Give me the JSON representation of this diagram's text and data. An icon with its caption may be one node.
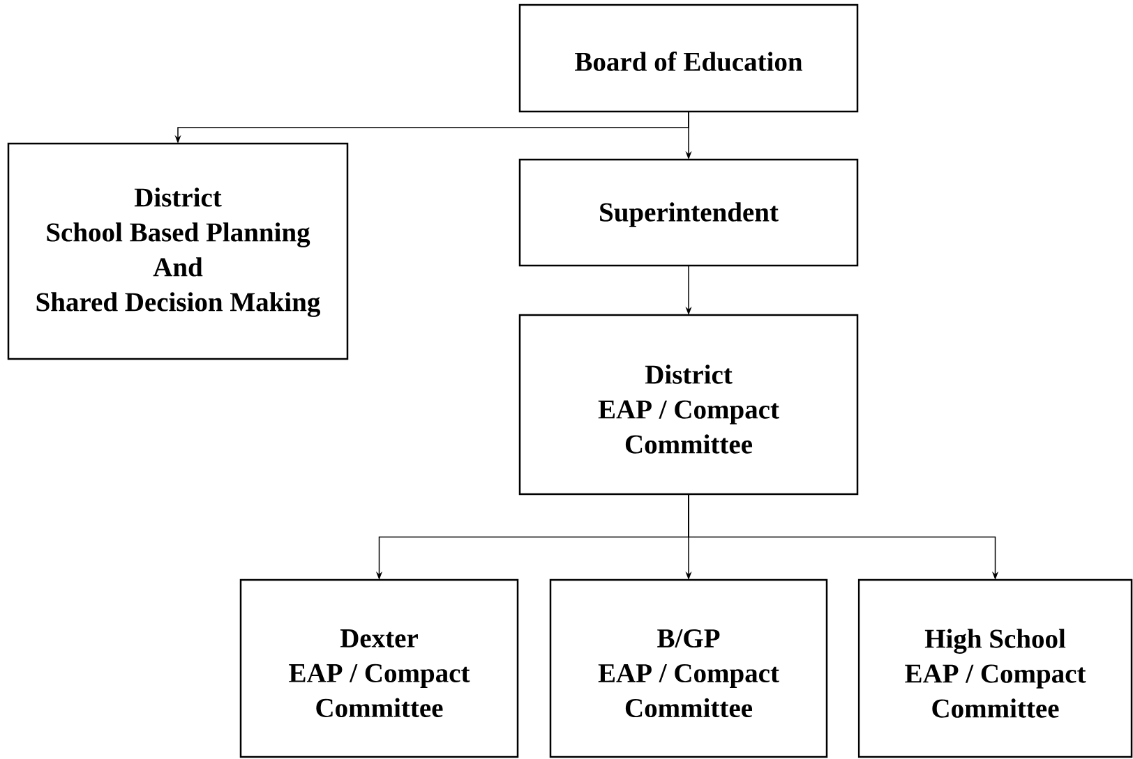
{
  "diagram": {
    "nodes": [
      {
        "text": [
          "Board of  Education"
        ]
      },
      {
        "text": [
          "District",
          "School Based Planning",
          "And",
          "Shared Decision Making"
        ]
      },
      {
        "text": [
          "Superintendent"
        ]
      },
      {
        "text": [
          "District",
          "EAP / Compact",
          "Committee"
        ]
      },
      {
        "text": [
          "Dexter",
          "EAP / Compact",
          "Committee"
        ]
      },
      {
        "text": [
          "B/GP",
          "EAP / Compact",
          "Committee"
        ]
      },
      {
        "text": [
          "High School",
          "EAP / Compact",
          "Committee"
        ]
      }
    ],
    "edges": [
      {
        "from": 0,
        "to": 1,
        "arrow": "to"
      },
      {
        "from": 0,
        "to": 2,
        "arrow": "to"
      },
      {
        "from": 2,
        "to": 3,
        "arrow": "to"
      },
      {
        "from": 3,
        "to": 4,
        "arrow": "to"
      },
      {
        "from": 3,
        "to": 5,
        "arrow": "to"
      },
      {
        "from": 3,
        "to": 6,
        "arrow": "to"
      }
    ]
  }
}
